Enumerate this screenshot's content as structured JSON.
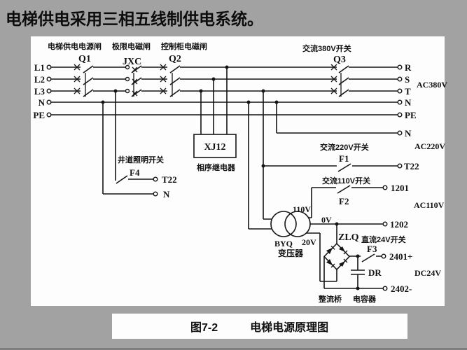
{
  "title": "电梯供电采用三相五线制供电系统。",
  "diagram": {
    "gates": {
      "q1": {
        "name": "电梯供电电源闸",
        "label": "Q1"
      },
      "jxc": {
        "name": "极限电磁闸",
        "label": "JXC"
      },
      "q2": {
        "name": "控制柜电磁闸",
        "label": "Q2"
      },
      "q3": {
        "name": "交流380V开关",
        "label": "Q3"
      },
      "f1": {
        "name": "交流220V开关",
        "label": "F1"
      },
      "f2": {
        "name": "交流110V开关",
        "label": "F2"
      },
      "f3": {
        "name": "直流24V开关",
        "label": "F3"
      },
      "f4": {
        "name": "井道照明开关",
        "label": "F4"
      }
    },
    "left_terminals": {
      "l1": "L1",
      "l2": "L2",
      "l3": "L3",
      "n": "N",
      "pe": "PE"
    },
    "right_terminals": {
      "r": "R",
      "s": "S",
      "t": "T",
      "n": "N",
      "pe": "PE",
      "n2": "N"
    },
    "voltages": {
      "ac380": "AC380V",
      "ac220": "AC220V",
      "ac110": "AC110V",
      "dc24": "DC24V"
    },
    "components": {
      "xj12": {
        "label": "XJ12",
        "name": "相序继电器"
      },
      "byq": {
        "label": "BYQ",
        "name": "变压器"
      },
      "zlq": {
        "label": "ZLQ",
        "name": "整流桥"
      },
      "dr": {
        "label": "DR",
        "name": "电容器"
      }
    },
    "taps": {
      "v110": "110V",
      "v0": "0V",
      "v20": "20V"
    },
    "terminals": {
      "f4_t22": "T22",
      "f4_n": "N",
      "f1_t22": "T22",
      "f2_1201": "1201",
      "t1202": "1202",
      "f3_2401": "2401+",
      "t2402": "2402-"
    }
  },
  "caption": {
    "fig": "图7-2",
    "text": "电梯电源原理图"
  }
}
